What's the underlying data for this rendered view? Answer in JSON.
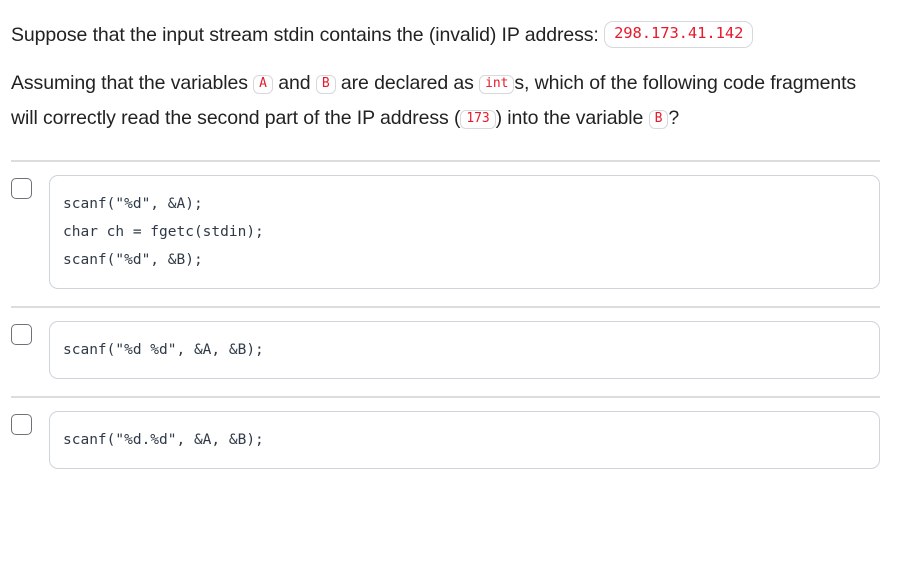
{
  "prompt": {
    "line1_before": "Suppose that the input stream stdin contains the (invalid) IP address:",
    "ip_address": "298.173.41.142",
    "line2_a": "Assuming that the variables",
    "var_a": "A",
    "line2_b": "and",
    "var_b": "B",
    "line2_c": "are declared as",
    "type_int": "int",
    "line2_d": "s, which of the following code fragments will correctly read the second part of the IP address (",
    "octet": "173",
    "line2_e": ") into the variable",
    "var_b2": "B",
    "line2_f": "?"
  },
  "options": [
    {
      "id": "option-1",
      "checked": false,
      "code": "scanf(\"%d\", &A);\nchar ch = fgetc(stdin);\nscanf(\"%d\", &B);"
    },
    {
      "id": "option-2",
      "checked": false,
      "code": "scanf(\"%d %d\", &A, &B);"
    },
    {
      "id": "option-3",
      "checked": false,
      "code": "scanf(\"%d.%d\", &A, &B);"
    }
  ],
  "colors": {
    "code_badge_text": "#e8192c",
    "code_block_text": "#2f3a48",
    "divider": "#dddddd",
    "box_border": "#ced4da"
  }
}
